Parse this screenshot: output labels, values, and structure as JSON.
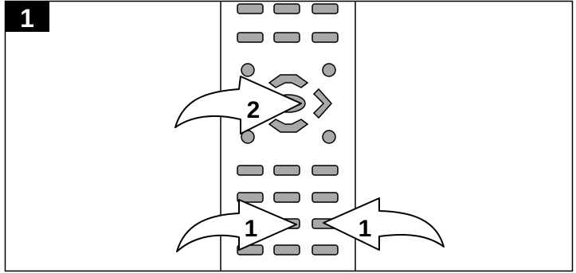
{
  "step_number": "1",
  "callouts": [
    {
      "id": "left-arrow-1",
      "label": "1"
    },
    {
      "id": "right-arrow-1",
      "label": "1"
    },
    {
      "id": "arrow-2",
      "label": "2"
    }
  ],
  "colors": {
    "button_fill": "#a8a8a8",
    "arrow_fill": "#ffffff",
    "outline": "#000000",
    "badge_fill": "#000000",
    "badge_text": "#ffffff"
  },
  "icons": [
    "remote-control",
    "dpad",
    "curved-arrow"
  ]
}
